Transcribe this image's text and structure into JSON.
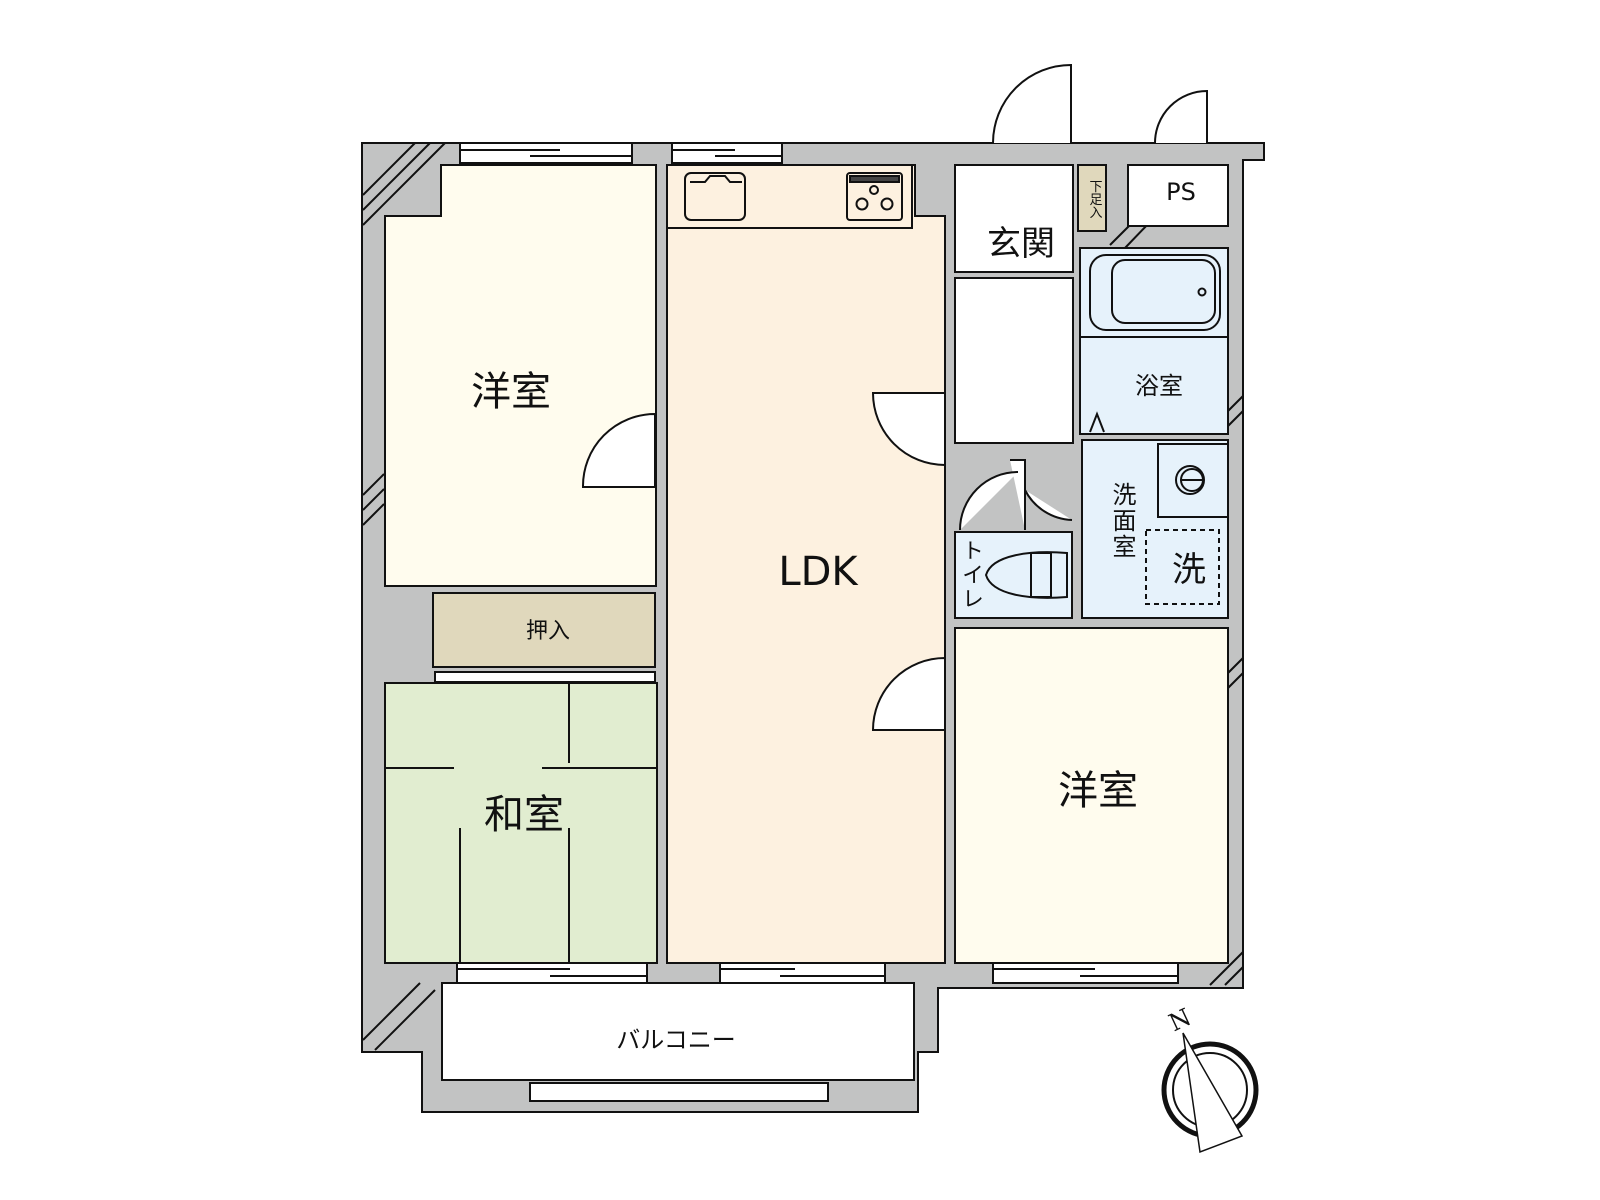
{
  "plan": {
    "rooms": {
      "western_room_1": {
        "label": "洋室",
        "fill": "#fffcee"
      },
      "ldk": {
        "label": "LDK",
        "fill": "#fdf1e0"
      },
      "closet": {
        "label": "押入",
        "fill": "#e0d8bc"
      },
      "japanese_room": {
        "label": "和室",
        "fill": "#e1edd0"
      },
      "western_room_2": {
        "label": "洋室",
        "fill": "#fffcee"
      },
      "entrance": {
        "label": "玄関",
        "fill": "#ffffff"
      },
      "shoe_box": {
        "label": "下足入",
        "fill": "#e0d8bc"
      },
      "pipe_space": {
        "label": "PS",
        "fill": "#ffffff"
      },
      "bathroom": {
        "label": "浴室",
        "fill": "#e6f2fb"
      },
      "washroom": {
        "label": "洗面室",
        "fill": "#e6f2fb"
      },
      "washer_space": {
        "label": "洗"
      },
      "toilet": {
        "label": "トイレ",
        "fill": "#e6f2fb"
      },
      "balcony": {
        "label": "バルコニー",
        "fill": "#ffffff"
      }
    },
    "colors": {
      "wall": "#c2c3c3",
      "outline": "#111111"
    },
    "compass": {
      "label": "N"
    }
  }
}
